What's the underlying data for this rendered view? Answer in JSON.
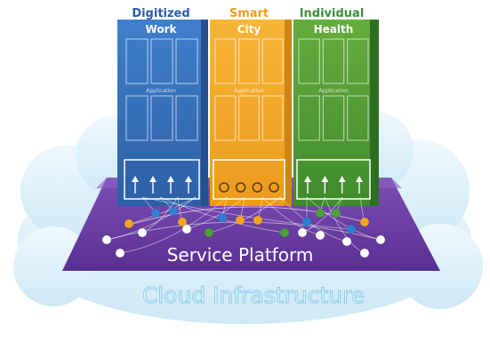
{
  "columns": [
    {
      "header": "Digitized",
      "title": "Work",
      "app_label": "Application",
      "header_color": "#2a5aa8",
      "column_color": "#3f7fcb"
    },
    {
      "header": "Smart",
      "title": "City",
      "app_label": "Application",
      "header_color": "#f09a1e",
      "column_color": "#f3ac2e"
    },
    {
      "header": "Individual",
      "title": "Health",
      "app_label": "Application",
      "header_color": "#3f8f3a",
      "column_color": "#5ea33a"
    }
  ],
  "platform": {
    "label": "Service Platform",
    "color": "#6a3fa0"
  },
  "cloud": {
    "label": "Cloud Infrastructure",
    "color": "#d6eef9"
  },
  "node_colors": {
    "blue": "#2f7fd0",
    "orange": "#f4a623",
    "green": "#4aa335",
    "white": "#ffffff"
  }
}
